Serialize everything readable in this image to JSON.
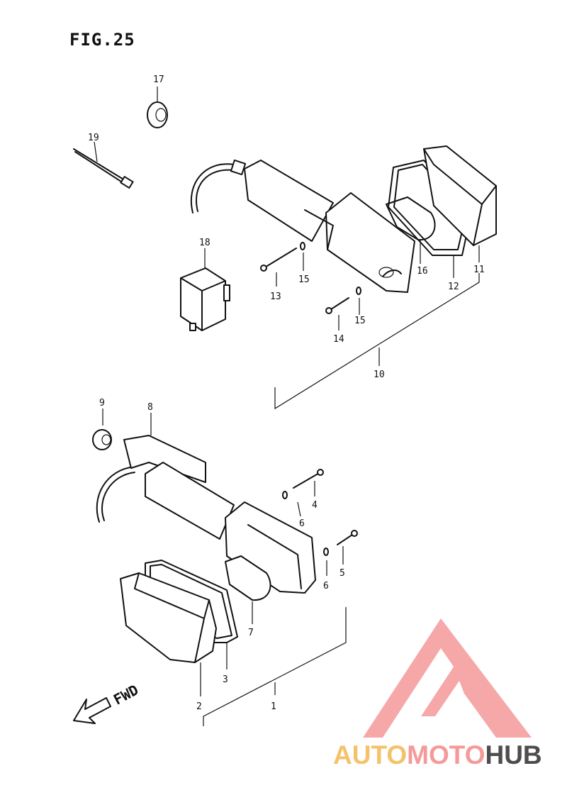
{
  "figure": {
    "title": "FIG.25",
    "direction_label": "FWD"
  },
  "callouts": [
    {
      "id": "17",
      "text": "17"
    },
    {
      "id": "19",
      "text": "19"
    },
    {
      "id": "18",
      "text": "18"
    },
    {
      "id": "13",
      "text": "13"
    },
    {
      "id": "15a",
      "text": "15"
    },
    {
      "id": "14",
      "text": "14"
    },
    {
      "id": "15b",
      "text": "15"
    },
    {
      "id": "16",
      "text": "16"
    },
    {
      "id": "12",
      "text": "12"
    },
    {
      "id": "11",
      "text": "11"
    },
    {
      "id": "10",
      "text": "10"
    },
    {
      "id": "9",
      "text": "9"
    },
    {
      "id": "8",
      "text": "8"
    },
    {
      "id": "4",
      "text": "4"
    },
    {
      "id": "6a",
      "text": "6"
    },
    {
      "id": "5",
      "text": "5"
    },
    {
      "id": "6b",
      "text": "6"
    },
    {
      "id": "7",
      "text": "7"
    },
    {
      "id": "3",
      "text": "3"
    },
    {
      "id": "2",
      "text": "2"
    },
    {
      "id": "1",
      "text": "1"
    }
  ],
  "watermark": {
    "part1": "AUTO",
    "part2": "MOTO",
    "part3": "HUB",
    "logo_color": "#f59a9a",
    "text_color_1": "#f4c26b",
    "text_color_2": "#f59a9a",
    "text_color_3": "#4d4d4d"
  }
}
